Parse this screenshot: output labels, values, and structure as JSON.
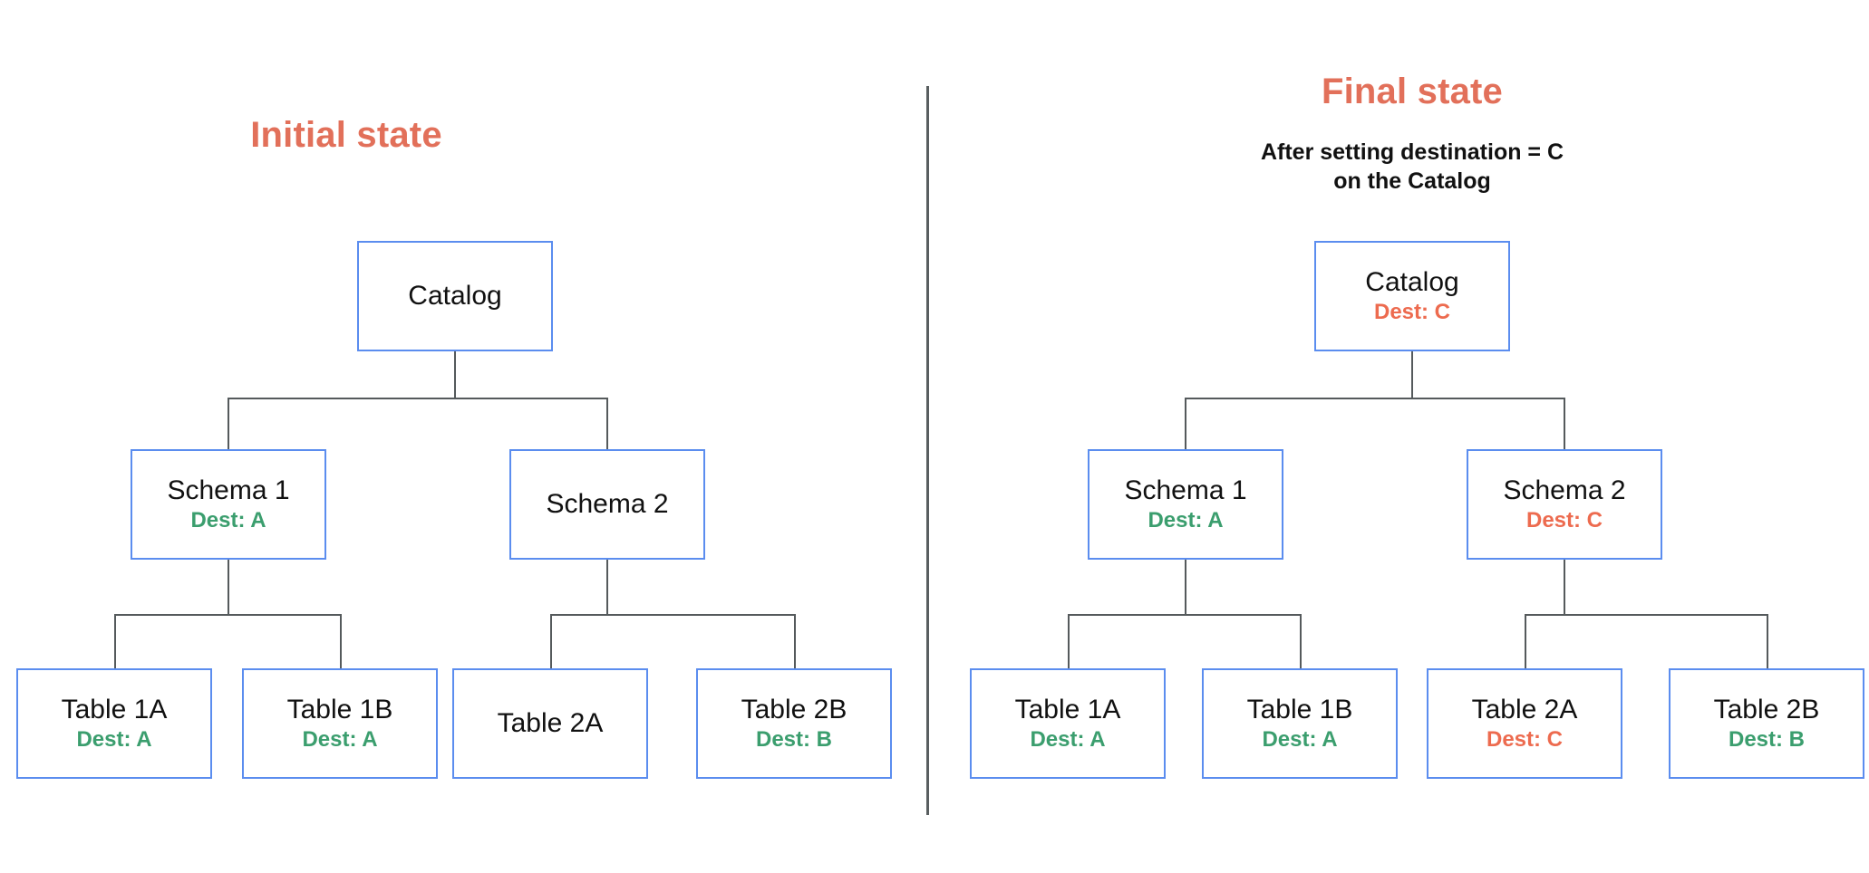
{
  "meta": {
    "accent_red": "#e2705a",
    "dest_green": "#3b9e6e",
    "dest_red": "#ed6b4f",
    "box_border_blue": "#5b8def",
    "edge_gray": "#555a5c",
    "background": "#ffffff"
  },
  "panels": [
    {
      "id": "initial",
      "title": "Initial state",
      "subtitle": "",
      "nodes": {
        "catalog": {
          "label": "Catalog",
          "dest": "",
          "dest_color": ""
        },
        "schema1": {
          "label": "Schema 1",
          "dest": "Dest: A",
          "dest_color": "green"
        },
        "schema2": {
          "label": "Schema 2",
          "dest": "",
          "dest_color": ""
        },
        "table1a": {
          "label": "Table 1A",
          "dest": "Dest: A",
          "dest_color": "green"
        },
        "table1b": {
          "label": "Table 1B",
          "dest": "Dest: A",
          "dest_color": "green"
        },
        "table2a": {
          "label": "Table 2A",
          "dest": "",
          "dest_color": ""
        },
        "table2b": {
          "label": "Table 2B",
          "dest": "Dest: B",
          "dest_color": "green"
        }
      }
    },
    {
      "id": "final",
      "title": "Final state",
      "subtitle": "After setting destination = C\non the Catalog",
      "subtitle_line1": "After setting destination = C",
      "subtitle_line2": "on the Catalog",
      "nodes": {
        "catalog": {
          "label": "Catalog",
          "dest": "Dest: C",
          "dest_color": "red"
        },
        "schema1": {
          "label": "Schema 1",
          "dest": "Dest: A",
          "dest_color": "green"
        },
        "schema2": {
          "label": "Schema 2",
          "dest": "Dest: C",
          "dest_color": "red"
        },
        "table1a": {
          "label": "Table 1A",
          "dest": "Dest: A",
          "dest_color": "green"
        },
        "table1b": {
          "label": "Table 1B",
          "dest": "Dest: A",
          "dest_color": "green"
        },
        "table2a": {
          "label": "Table 2A",
          "dest": "Dest: C",
          "dest_color": "red"
        },
        "table2b": {
          "label": "Table 2B",
          "dest": "Dest: B",
          "dest_color": "green"
        }
      }
    }
  ]
}
